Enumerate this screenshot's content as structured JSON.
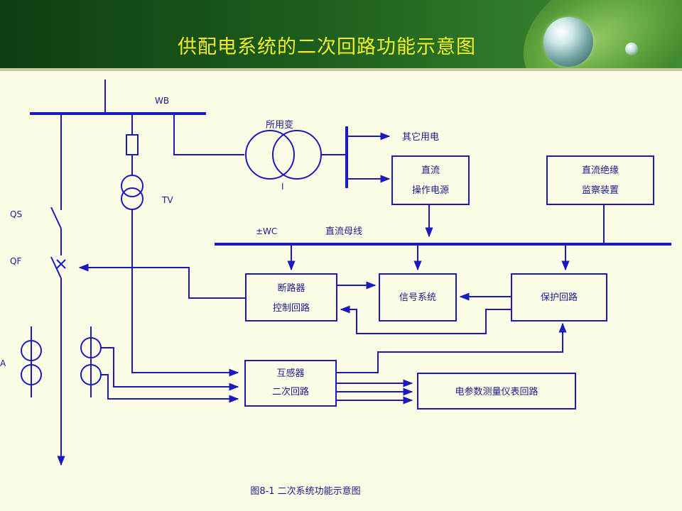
{
  "slide": {
    "title": "供配电系统的二次回路功能示意图",
    "colors": {
      "title": "#f4ec2a",
      "line": "#1a1abf",
      "background": "#fbfbe6"
    }
  },
  "diagram": {
    "labels": {
      "bus_wb": "WB",
      "aux_transformer": "所用变",
      "transformer_number": "I",
      "tv": "TV",
      "qs": "QS",
      "qf": "QF",
      "ta": "A",
      "other_power": "其它用电",
      "dc_bus_symbol": "±WC",
      "dc_bus_name": "直流母线"
    },
    "boxes": {
      "dc_supply": [
        "直流",
        "操作电源"
      ],
      "insulation_monitor": [
        "直流绝缘",
        "监察装置"
      ],
      "breaker_control": [
        "断路器",
        "控制回路"
      ],
      "signal_system": "信号系统",
      "protection": "保护回路",
      "transformer_secondary": [
        "互感器",
        "二次回路"
      ],
      "metering": "电参数测量仪表回路"
    },
    "caption": "图8-1  二次系统功能示意图"
  }
}
